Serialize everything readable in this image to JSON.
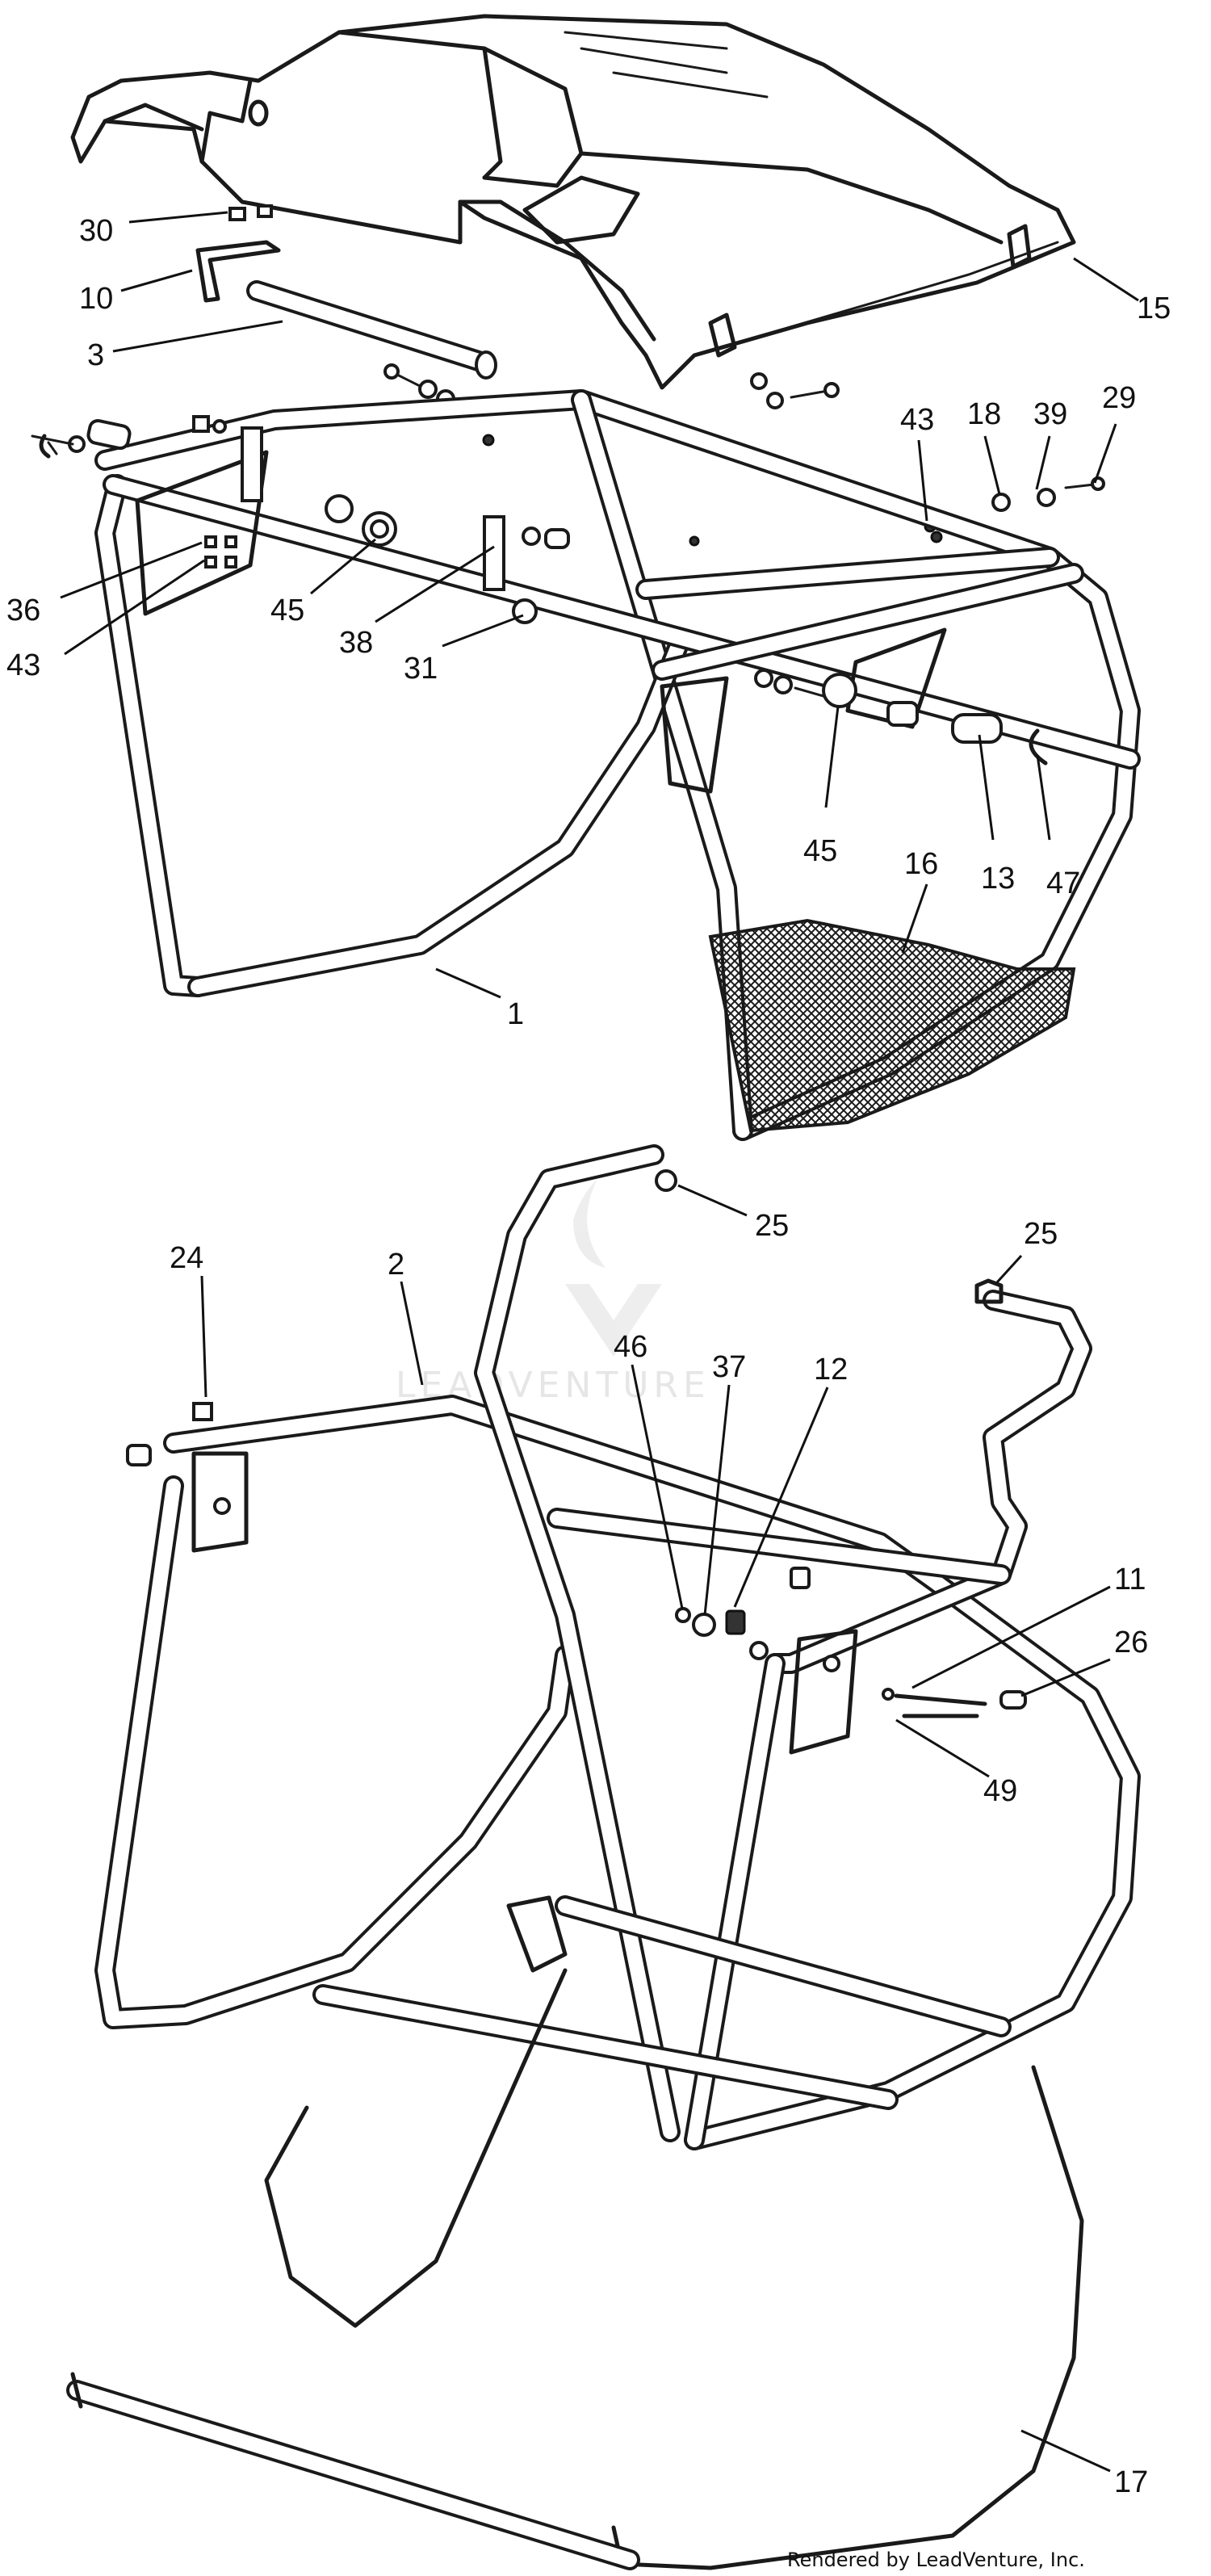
{
  "watermark": "LEADVENTURE",
  "footer": "Rendered by LeadVenture, Inc.",
  "callouts": {
    "c30": "30",
    "c10": "10",
    "c3": "3",
    "c15": "15",
    "c43a": "43",
    "c18": "18",
    "c39": "39",
    "c29": "29",
    "c36": "36",
    "c43b": "43",
    "c45a": "45",
    "c38": "38",
    "c31": "31",
    "c45b": "45",
    "c13": "13",
    "c47": "47",
    "c16": "16",
    "c1": "1",
    "c25a": "25",
    "c25b": "25",
    "c24": "24",
    "c2": "2",
    "c46": "46",
    "c37": "37",
    "c12": "12",
    "c11": "11",
    "c26": "26",
    "c49": "49",
    "c17": "17"
  }
}
